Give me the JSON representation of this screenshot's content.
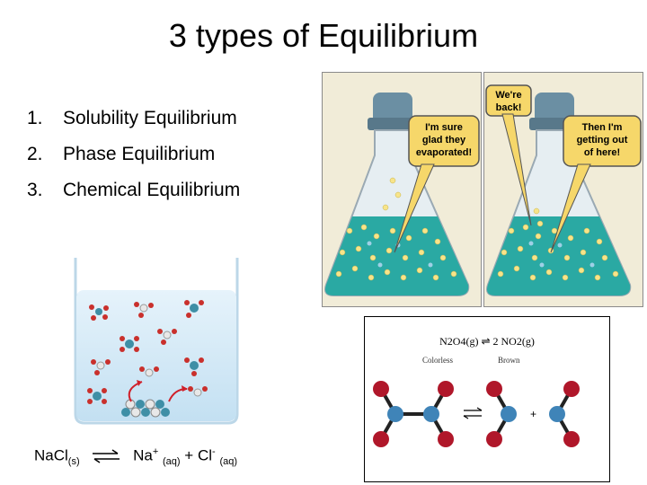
{
  "slide": {
    "title": "3 types of Equilibrium",
    "list": [
      {
        "number": "1.",
        "label": "Solubility Equilibrium"
      },
      {
        "number": "2.",
        "label": "Phase Equilibrium"
      },
      {
        "number": "3.",
        "label": "Chemical Equilibrium"
      }
    ]
  },
  "cartoon": {
    "left_bubble": [
      "I'm sure",
      "glad they",
      "evaporated!"
    ],
    "left_top_bubble": [
      "We're",
      "back!"
    ],
    "right_bubble": [
      "Then I'm",
      "getting out",
      "of here!"
    ]
  },
  "reaction_box": {
    "equation": "N2O4(g) ⇌ 2 NO2(g)",
    "label_left": "Colorless",
    "label_right": "Brown"
  },
  "nacl_equation": {
    "reactant": "NaCl",
    "reactant_state": "(s)",
    "cation": "Na",
    "cation_charge": "+",
    "cation_state": "(aq)",
    "plus": "+",
    "anion": "Cl",
    "anion_charge": "-",
    "anion_state": "(aq)"
  },
  "colors": {
    "liquid": "#2aa9a3",
    "bubble": "#f7e48a",
    "oxygen": "#b0172a",
    "nitrogen": "#3f84b8",
    "water_blue": "#cfe7f6"
  }
}
